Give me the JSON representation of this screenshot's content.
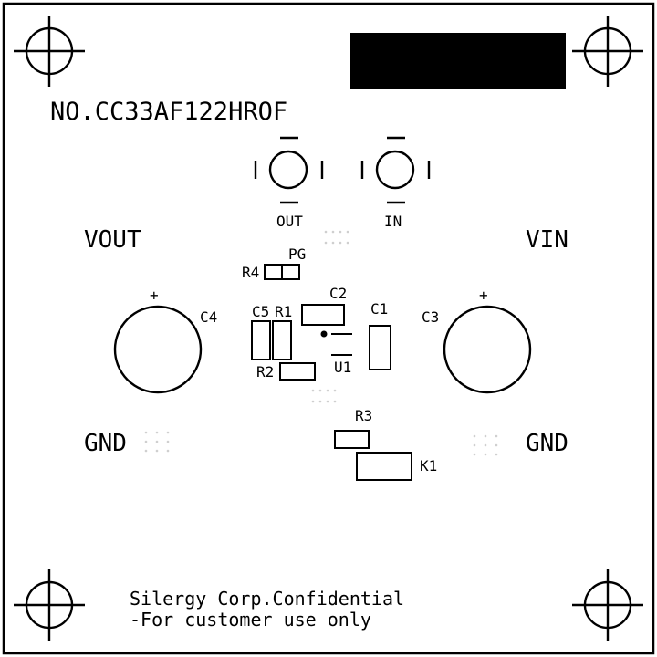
{
  "board": {
    "part_number": "NO.CC33AF122HROF",
    "colors": {
      "silkscreen": "#000000",
      "board": "#ffffff",
      "via": "#cfcfcf"
    }
  },
  "terminals": {
    "vout": "VOUT",
    "vin": "VIN",
    "gnd_left": "GND",
    "gnd_right": "GND"
  },
  "test_points": {
    "out": "OUT",
    "in": "IN"
  },
  "components": {
    "pg": "PG",
    "r4": "R4",
    "c2": "C2",
    "c5": "C5",
    "r1": "R1",
    "c1": "C1",
    "c4": "C4",
    "c3": "C3",
    "r2": "R2",
    "u1": "U1",
    "r3": "R3",
    "k1": "K1",
    "plus_left": "+",
    "plus_right": "+"
  },
  "footer": {
    "line1": "Silergy Corp.Confidential",
    "line2": "-For customer use only"
  },
  "icons": [
    "fiducial-crosshair-icon"
  ]
}
